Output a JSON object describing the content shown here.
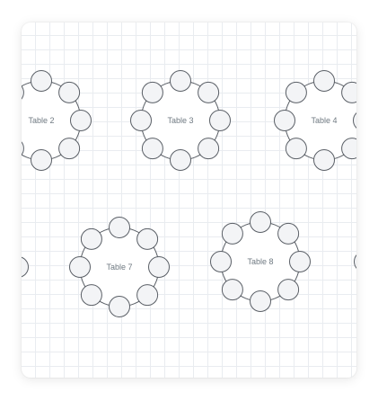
{
  "colors": {
    "canvas_background": "#ffffff",
    "grid_line": "#e9ecf0",
    "table_fill": "#ffffff",
    "table_stroke": "#5a5f66",
    "seat_fill": "#f3f4f6",
    "label": "#707a82"
  },
  "tables": [
    {
      "id": "table-2",
      "label": "Table 2",
      "seats": 8
    },
    {
      "id": "table-3",
      "label": "Table 3",
      "seats": 8
    },
    {
      "id": "table-4",
      "label": "Table 4",
      "seats": 8
    },
    {
      "id": "table-6",
      "label": "",
      "seats": 8
    },
    {
      "id": "table-7",
      "label": "Table 7",
      "seats": 8
    },
    {
      "id": "table-8",
      "label": "Table 8",
      "seats": 8
    },
    {
      "id": "table-9",
      "label": "",
      "seats": 8
    }
  ]
}
